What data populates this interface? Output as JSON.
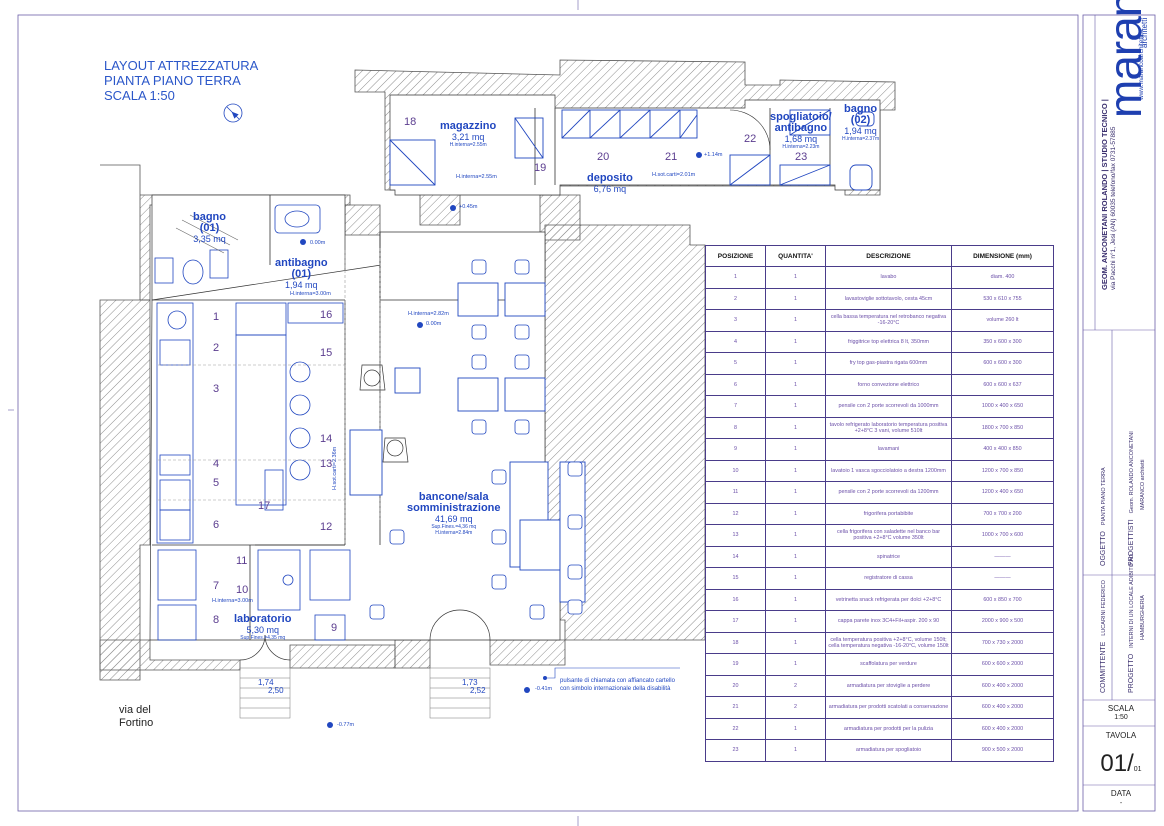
{
  "title": {
    "line1": "LAYOUT ATTREZZATURA",
    "line2": "PIANTA PIANO TERRA",
    "line3": "SCALA 1:50"
  },
  "rooms": {
    "magazzino": {
      "name": "magazzino",
      "area": "3,21 mq",
      "h": "H.interna=2.55m"
    },
    "deposito": {
      "name": "deposito",
      "area": "6,76 mq"
    },
    "spogliatoio": {
      "name1": "spogliatoio/",
      "name2": "antibagno",
      "area": "1,68 mq",
      "h": "H.interna=2.23m"
    },
    "bagno02": {
      "name": "bagno",
      "code": "(02)",
      "area": "1,94 mq",
      "h": "H.interna=2.37m"
    },
    "bagno01": {
      "name": "bagno",
      "code": "(01)",
      "area": "3,35 mq"
    },
    "antibagno01": {
      "name": "antibagno",
      "code": "(01)",
      "area": "1,94 mq",
      "h": "H.interna=3.00m"
    },
    "bancone": {
      "name1": "bancone/sala",
      "name2": "somministrazione",
      "area": "41,69 mq",
      "sup": "Sup.Fines.=4,36 mq",
      "h": "H.interna=2.84m"
    },
    "laboratorio": {
      "name": "laboratorio",
      "area": "5,30 mq",
      "sup": "Sup.Fines.=4,35 mq",
      "h": "H.interna=3.00m"
    }
  },
  "notes": {
    "h_mag": "H.interna=2.55m",
    "h_dep": "H.sot.carti=2.01m",
    "h_sala": "H.interna=2.82m",
    "h_lab": "H.sot.carti=2.36m",
    "lev_1": "+0.45m",
    "lev_2": "0.00m",
    "lev_3": "0.00m",
    "lev_4": "+1.14m",
    "lev_5": "-0.41m",
    "lev_6": "-0.77m",
    "pulsante": "pulsante di chiamata con affiancato cartello",
    "pulsante2": "con simbolo internazionale della disabilità",
    "door1a": "1,74",
    "door1b": "2,50",
    "door2a": "1,73",
    "door2b": "2,52"
  },
  "street": {
    "line1": "via del",
    "line2": "Fortino"
  },
  "table": {
    "headers": [
      "POSIZIONE",
      "QUANTITA'",
      "DESCRIZIONE",
      "DIMENSIONE (mm)"
    ],
    "rows": [
      [
        "1",
        "1",
        "lavabo",
        "diam. 400"
      ],
      [
        "2",
        "1",
        "lavastoviglie sottotavolo, cesta 45cm",
        "530 x 610 x 755"
      ],
      [
        "3",
        "1",
        "cella bassa temperatura nel retrobanco negativa -16-20°C",
        "volume 260 lt"
      ],
      [
        "4",
        "1",
        "friggitrice top elettrica 8 lt, 350mm",
        "350 x 600 x 300"
      ],
      [
        "5",
        "1",
        "fry top gas-piastra rigata 600mm",
        "600 x 600 x 300"
      ],
      [
        "6",
        "1",
        "forno convezione elettrico",
        "600 x 600 x 637"
      ],
      [
        "7",
        "1",
        "pensile con 2 porte scorrevoli da 1000mm",
        "1000 x 400 x 650"
      ],
      [
        "8",
        "1",
        "tavolo refrigerato laboratorio temperatura positiva +2+8°C 3 vani, volume 510lt",
        "1800 x 700 x 850"
      ],
      [
        "9",
        "1",
        "lavamani",
        "400 x 400 x 850"
      ],
      [
        "10",
        "1",
        "lavatoio 1 vasca sgocciolatoio a destra 1200mm",
        "1200 x 700 x 850"
      ],
      [
        "11",
        "1",
        "pensile con 2 porte scorrevoli da 1200mm",
        "1200 x 400 x 650"
      ],
      [
        "12",
        "1",
        "frigorifera portabibite",
        "700 x 700 x 200"
      ],
      [
        "13",
        "1",
        "cella frigorifera con saladette nel banco bar positiva +2+8°C volume 350lt",
        "1000 x 700 x 600"
      ],
      [
        "14",
        "1",
        "spinatrice",
        "———"
      ],
      [
        "15",
        "1",
        "registratore di cassa",
        "———"
      ],
      [
        "16",
        "1",
        "vetrinetta snack refrigerata per dolci +2+8°C",
        "600 x 850 x 700"
      ],
      [
        "17",
        "1",
        "cappa parete inox 3C4+Fil+aspir. 200 x 90",
        "2000 x 900 x 500"
      ],
      [
        "18",
        "1",
        "cella temperatura positiva +2+8°C, volume 150lt; cella temperatura negativa -16-20°C, volume 150lt",
        "700 x 730 x 2000"
      ],
      [
        "19",
        "1",
        "scaffolatura per verdure",
        "600 x 600 x 2000"
      ],
      [
        "20",
        "2",
        "armadiatura per stoviglie a perdere",
        "600 x 400 x 2000"
      ],
      [
        "21",
        "2",
        "armadiatura per prodotti scatolati a conservazione",
        "600 x 400 x 2000"
      ],
      [
        "22",
        "1",
        "armadiatura per prodotti per la pulizia",
        "600 x 400 x 2000"
      ],
      [
        "23",
        "1",
        "armadiatura per spogliatoio",
        "900 x 500 x 2000"
      ]
    ]
  },
  "panel": {
    "logo": "maranco",
    "logo_sub": "architetti",
    "studio": "GEOM. ANCONETANI ROLANDO | STUDIO TECNICO |",
    "address": "via Pacchi n°1, Jesi (AN) 60035 telefono/fax 0731-57885",
    "web": "www.marancoarchitetti.it",
    "oggetto_lbl": "OGGETTO",
    "oggetto_val": "PIANTA PIANO TERRA",
    "progettisti_lbl": "PROGETTISTI",
    "progettisti_val1": "Geom. ROLANDO ANCONETANI",
    "progettisti_val2": "MARANCO architetti",
    "committente_lbl": "COMMITTENTE",
    "committente_val": "LUCARINI FEDERICO",
    "progetto_lbl": "PROGETTO",
    "progetto_val1": "INTERNI DI UN LOCALE ADIBITO AD",
    "progetto_val2": "HAMBURGHERIA",
    "scala_lbl": "SCALA",
    "scala_val": "1:50",
    "tavola_lbl": "TAVOLA",
    "tavola_num": "01/",
    "tavola_tot": "01",
    "data_lbl": "DATA",
    "data_val": "-"
  },
  "colors": {
    "blue": "#2147c0",
    "purple": "#5b3d8f",
    "wall": "#9a9a9a",
    "frame": "#5a4c9a"
  }
}
